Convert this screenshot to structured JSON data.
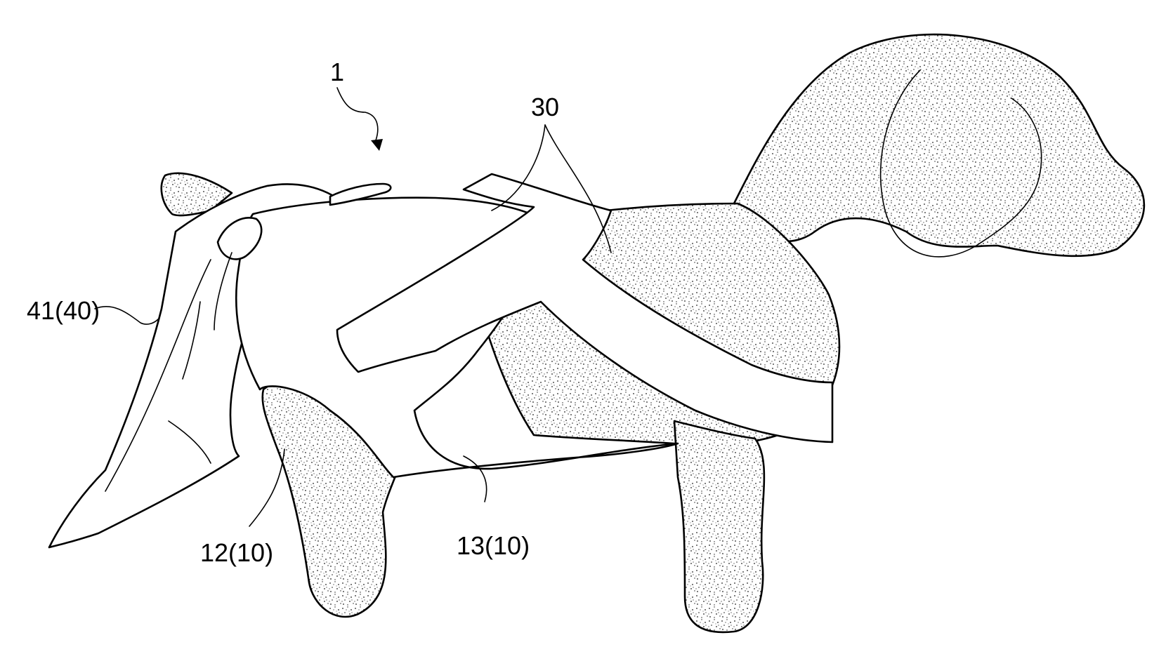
{
  "labels": {
    "ref_1": "1",
    "ref_30": "30",
    "ref_41": "41(40)",
    "ref_12": "12(10)",
    "ref_13": "13(10)"
  }
}
